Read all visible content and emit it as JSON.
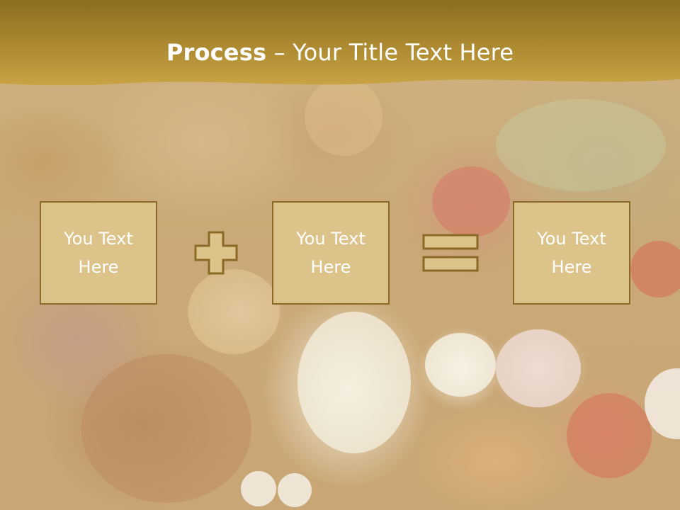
{
  "slide": {
    "title_bold": "Process",
    "title_rest": " – Your Title Text Here"
  },
  "boxes": [
    {
      "text": "You Text\nHere"
    },
    {
      "text": "You Text\nHere"
    },
    {
      "text": "You Text\nHere"
    }
  ],
  "operators": [
    {
      "icon": "plus-icon"
    },
    {
      "icon": "equals-icon"
    }
  ],
  "colors": {
    "header_gold": "#b38f2e",
    "box_fill": "#dcc38a",
    "box_border": "#8a6a26",
    "operator_fill": "#dcc38a",
    "operator_border": "#8a6a26",
    "title_text": "#ffffff"
  }
}
